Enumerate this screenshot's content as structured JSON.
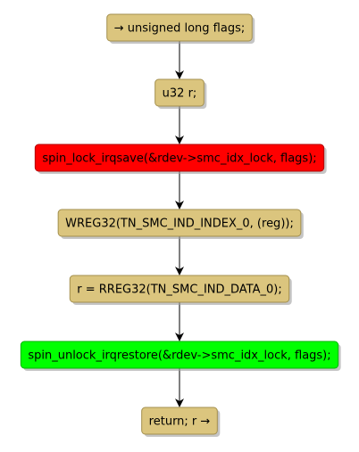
{
  "colors": {
    "default_fill": "#dbc57e",
    "default_stroke": "#a38f4d",
    "lock_fill": "#ff0000",
    "unlock_fill": "#00ff00",
    "arrow": "#000000",
    "shadow": "#9e9e9e"
  },
  "nodes": [
    {
      "text": "→ unsigned long flags;",
      "fill": "#dbc57e",
      "stroke": "#a38f4d"
    },
    {
      "text": "u32 r;",
      "fill": "#dbc57e",
      "stroke": "#a38f4d"
    },
    {
      "text": "spin_lock_irqsave(&rdev->smc_idx_lock, flags);",
      "fill": "#ff0000",
      "stroke": "#b30000"
    },
    {
      "text": "WREG32(TN_SMC_IND_INDEX_0, (reg));",
      "fill": "#dbc57e",
      "stroke": "#a38f4d"
    },
    {
      "text": "r = RREG32(TN_SMC_IND_DATA_0);",
      "fill": "#dbc57e",
      "stroke": "#a38f4d"
    },
    {
      "text": "spin_unlock_irqrestore(&rdev->smc_idx_lock, flags);",
      "fill": "#00ff00",
      "stroke": "#00b300"
    },
    {
      "text": "return; r →",
      "fill": "#dbc57e",
      "stroke": "#a38f4d"
    }
  ]
}
